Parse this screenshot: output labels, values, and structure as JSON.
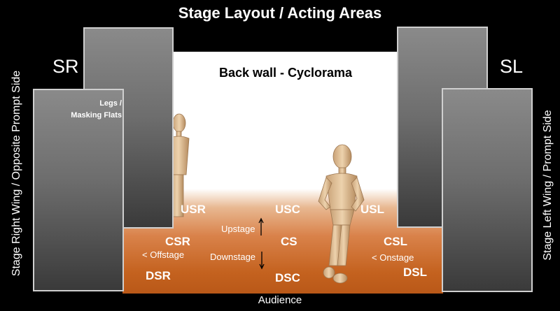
{
  "title": "Stage Layout / Acting Areas",
  "backwall_label": "Back wall - Cyclorama",
  "stage_right_short": "SR",
  "stage_left_short": "SL",
  "legs_label_line1": "Legs /",
  "legs_label_line2": "Masking Flats",
  "left_wing_label": "Stage Right Wing / Opposite Prompt Side",
  "right_wing_label": "Stage Left  Wing / Prompt Side",
  "areas": {
    "usr": "USR",
    "usc": "USC",
    "usl": "USL",
    "csr": "CSR",
    "cs": "CS",
    "csl": "CSL",
    "dsr": "DSR",
    "dsc": "DSC",
    "dsl": "DSL"
  },
  "upstage": "Upstage",
  "downstage": "Downstage",
  "offstage": "< Offstage",
  "onstage": "< Onstage",
  "audience": "Audience"
}
